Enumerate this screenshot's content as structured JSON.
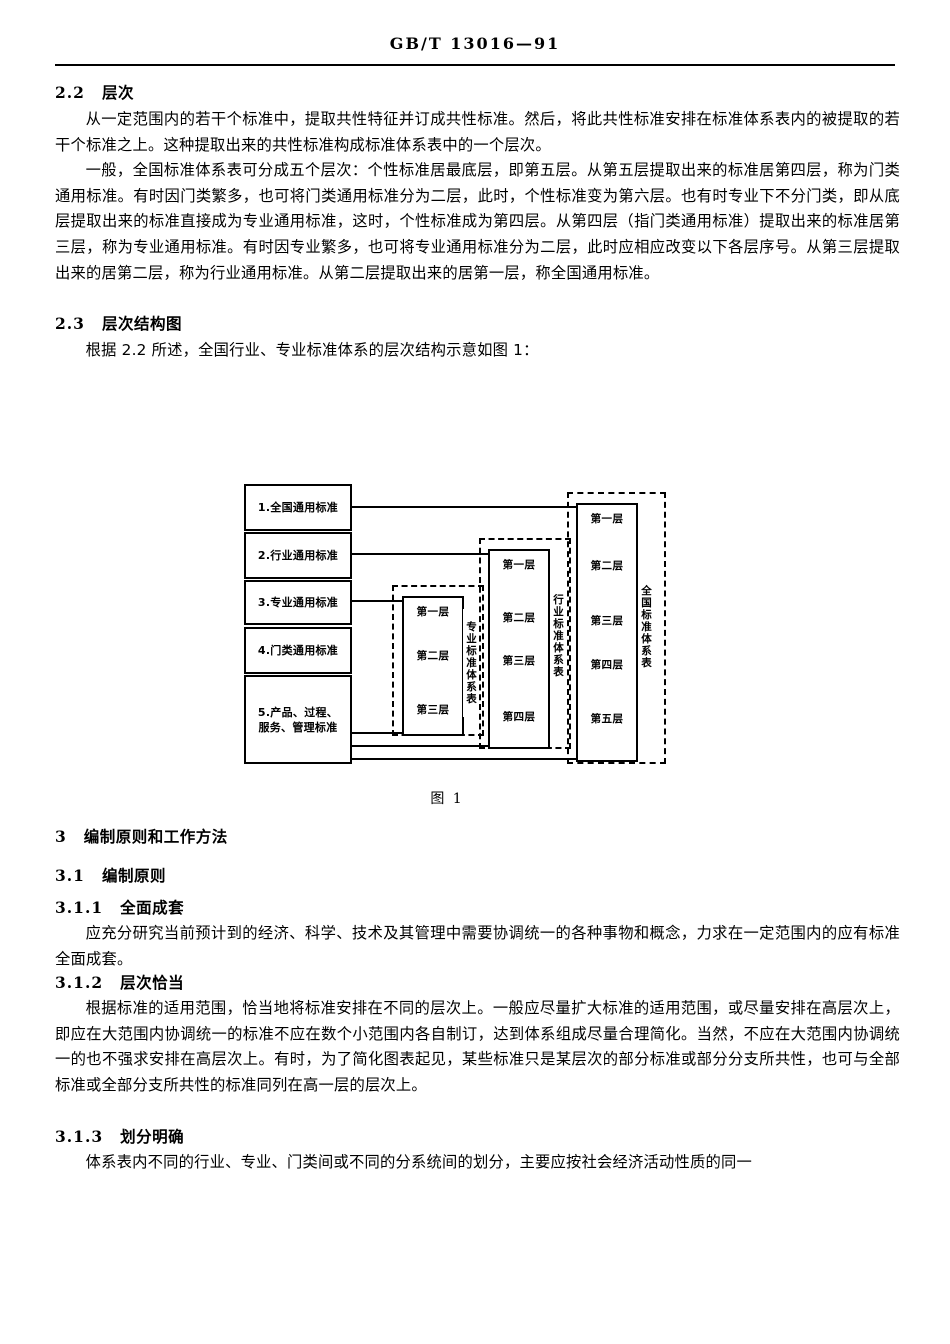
{
  "header": {
    "standard_code": "GB/T 13016—91"
  },
  "sections": [
    {
      "id": "2.2",
      "number": "2.2",
      "title": "层次",
      "paragraphs": [
        "从一定范围内的若干个标准中，提取共性特征并订成共性标准。然后，将此共性标准安排在标准体系表内的被提取的若干个标准之上。这种提取出来的共性标准构成标准体系表中的一个层次。",
        "一般，全国标准体系表可分成五个层次：个性标准居最底层，即第五层。从第五层提取出来的标准居第四层，称为门类通用标准。有时因门类繁多，也可将门类通用标准分为二层，此时，个性标准变为第六层。也有时专业下不分门类，即从底层提取出来的标准直接成为专业通用标准，这时，个性标准成为第四层。从第四层（指门类通用标准）提取出来的标准居第三层，称为专业通用标准。有时因专业繁多，也可将专业通用标准分为二层，此时应相应改变以下各层序号。从第三层提取出来的居第二层，称为行业通用标准。从第二层提取出来的居第一层，称全国通用标准。"
      ]
    },
    {
      "id": "2.3",
      "number": "2.3",
      "title": "层次结构图",
      "paragraphs": [
        "根据 2.2 所述，全国行业、专业标准体系的层次结构示意如图 1："
      ]
    },
    {
      "id": "3",
      "number": "3",
      "title": "编制原则和工作方法",
      "paragraphs": []
    },
    {
      "id": "3.1",
      "number": "3.1",
      "title": "编制原则",
      "paragraphs": []
    },
    {
      "id": "3.1.1",
      "number": "3.1.1",
      "title": "全面成套",
      "paragraphs": [
        "应充分研究当前预计到的经济、科学、技术及其管理中需要协调统一的各种事物和概念，力求在一定范围内的应有标准全面成套。"
      ]
    },
    {
      "id": "3.1.2",
      "number": "3.1.2",
      "title": "层次恰当",
      "paragraphs": [
        "根据标准的适用范围，恰当地将标准安排在不同的层次上。一般应尽量扩大标准的适用范围，或尽量安排在高层次上，即应在大范围内协调统一的标准不应在数个小范围内各自制订，达到体系组成尽量合理简化。当然，不应在大范围内协调统一的也不强求安排在高层次上。有时，为了简化图表起见，某些标准只是某层次的部分标准或部分分支所共性，也可与全部标准或全部分支所共性的标准同列在高一层的层次上。"
      ]
    },
    {
      "id": "3.1.3",
      "number": "3.1.3",
      "title": "划分明确",
      "paragraphs": [
        "体系表内不同的行业、专业、门类间或不同的分系统间的划分，主要应按社会经济活动性质的同一"
      ]
    }
  ],
  "figure": {
    "caption": "图 1",
    "left_boxes": [
      "1.全国通用标准",
      "2.行业通用标准",
      "3.专业通用标准",
      "4.门类通用标准",
      "5.产品、过程、\n服务、管理标准"
    ],
    "groups": [
      {
        "name": "专业标准体系表",
        "layers": [
          "第一层",
          "第二层",
          "第三层"
        ]
      },
      {
        "name": "行业标准体系表",
        "layers": [
          "第一层",
          "第二层",
          "第三层",
          "第四层"
        ]
      },
      {
        "name": "全国标准体系表",
        "layers": [
          "第一层",
          "第二层",
          "第三层",
          "第四层",
          "第五层"
        ]
      }
    ]
  }
}
